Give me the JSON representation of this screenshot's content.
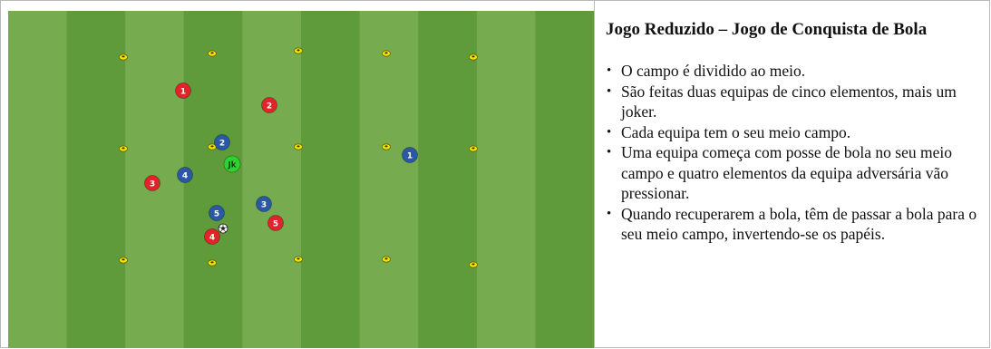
{
  "panel": {
    "title": "Jogo Reduzido – Jogo de Conquista de Bola",
    "rules": [
      "O campo é dividido ao meio.",
      "São feitas duas equipas de cinco elementos, mais um joker.",
      "Cada equipa tem o seu meio campo.",
      "Uma equipa começa com posse de bola no seu meio campo e quatro elementos da equipa adversária vão pressionar.",
      "Quando recuperarem a bola, têm de passar a bola para o seu meio campo, invertendo-se os papéis."
    ]
  },
  "diagram": {
    "colors": {
      "grass_light": "#76ab4f",
      "grass_dark": "#5f9a3b",
      "cone": "#f2e600",
      "red_team": "#e0242a",
      "blue_team": "#2b58a6",
      "joker": "#2fd32f"
    },
    "red_team": [
      {
        "label": "1"
      },
      {
        "label": "2"
      },
      {
        "label": "3"
      },
      {
        "label": "4"
      },
      {
        "label": "5"
      }
    ],
    "blue_team": [
      {
        "label": "1"
      },
      {
        "label": "2"
      },
      {
        "label": "3"
      },
      {
        "label": "4"
      },
      {
        "label": "5"
      }
    ],
    "joker": {
      "label": "Jk"
    }
  }
}
